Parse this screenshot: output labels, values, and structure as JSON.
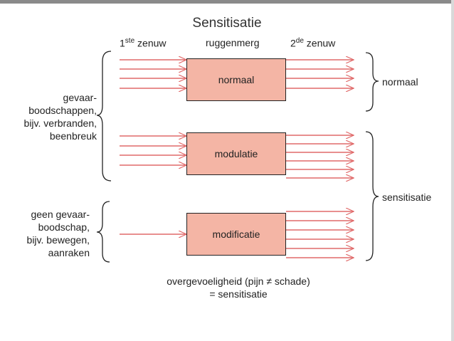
{
  "title": "Sensitisatie",
  "headers": {
    "first_nerve_prefix": "1",
    "first_nerve_sup": "ste",
    "first_nerve_suffix": " zenuw",
    "spinal_cord": "ruggenmerg",
    "second_nerve_prefix": "2",
    "second_nerve_sup": "de",
    "second_nerve_suffix": " zenuw"
  },
  "boxes": {
    "normal": "normaal",
    "modulation": "modulatie",
    "modification": "modificatie"
  },
  "left_labels": {
    "danger": [
      "gevaar-",
      "boodschappen,",
      "bijv. verbranden,",
      "beenbreuk"
    ],
    "no_danger": [
      "geen gevaar-",
      "boodschap,",
      "bijv. bewegen,",
      "aanraken"
    ]
  },
  "right_labels": {
    "normal": "normaal",
    "sensitisation": "sensitisatie"
  },
  "caption": {
    "line1": "overgevoeligheid (pijn ≠ schade)",
    "line2": "= sensitisatie"
  }
}
